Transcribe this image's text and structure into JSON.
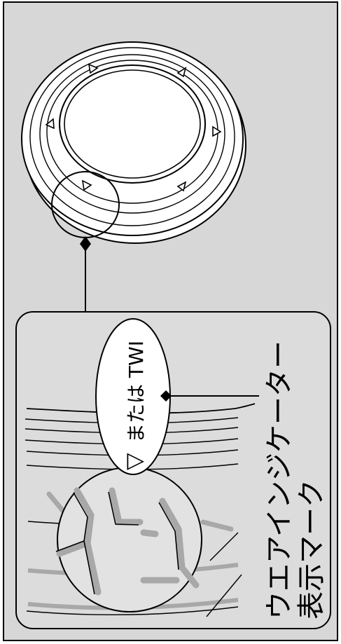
{
  "diagram": {
    "callout_oval_text": "または TWI",
    "callout_marker_glyph": "▽",
    "label_line1": "ウエアインジケーター",
    "label_line2": "表示マーク"
  },
  "colors": {
    "frame_fill": "#d7d7d7",
    "panel_fill": "#dcdcdc",
    "line": "#000000",
    "white": "#ffffff",
    "tread_groove": "#a8a8a8"
  }
}
